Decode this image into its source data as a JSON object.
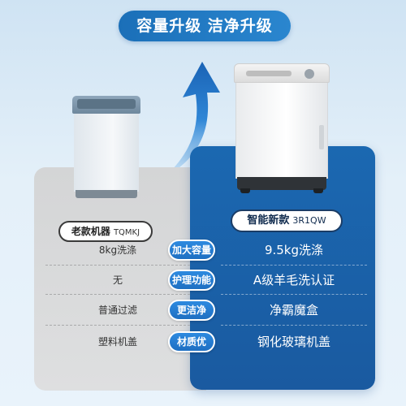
{
  "banner": {
    "text": "容量升级 洁净升级"
  },
  "old_model": {
    "name": "老款机器",
    "code": "TQMKJ"
  },
  "new_model": {
    "name": "智能新款",
    "code": "3R1QW"
  },
  "rows": [
    {
      "old": "8kg洗涤",
      "badge": "加大容量",
      "new": "9.5kg洗涤"
    },
    {
      "old": "无",
      "badge": "护理功能",
      "new": "A级羊毛洗认证"
    },
    {
      "old": "普通过滤",
      "badge": "更洁净",
      "new": "净霸魔盒"
    },
    {
      "old": "塑料机盖",
      "badge": "材质优",
      "new": "钢化玻璃机盖"
    }
  ],
  "colors": {
    "accent": "#1b68b1",
    "badge": "#2d8ae0",
    "old_card": "#d8d9da"
  },
  "icons": {
    "arrow": "upward-curved-arrow-icon"
  }
}
